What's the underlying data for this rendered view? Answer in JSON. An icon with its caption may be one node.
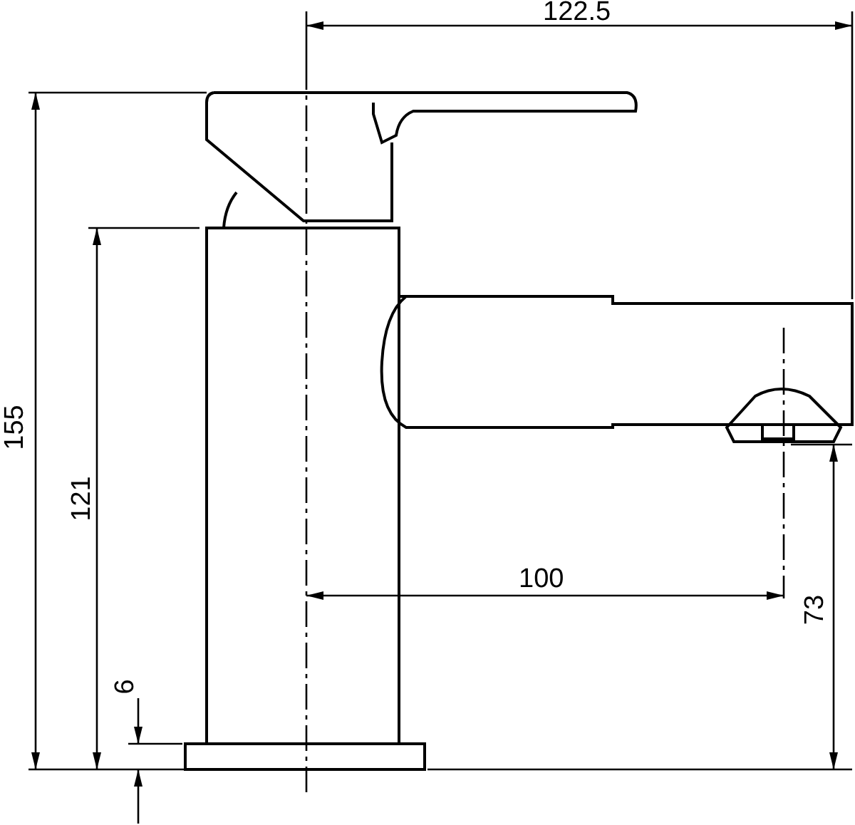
{
  "diagram": {
    "labels": [
      "122.5",
      "155",
      "121",
      "100",
      "73",
      "6"
    ]
  }
}
